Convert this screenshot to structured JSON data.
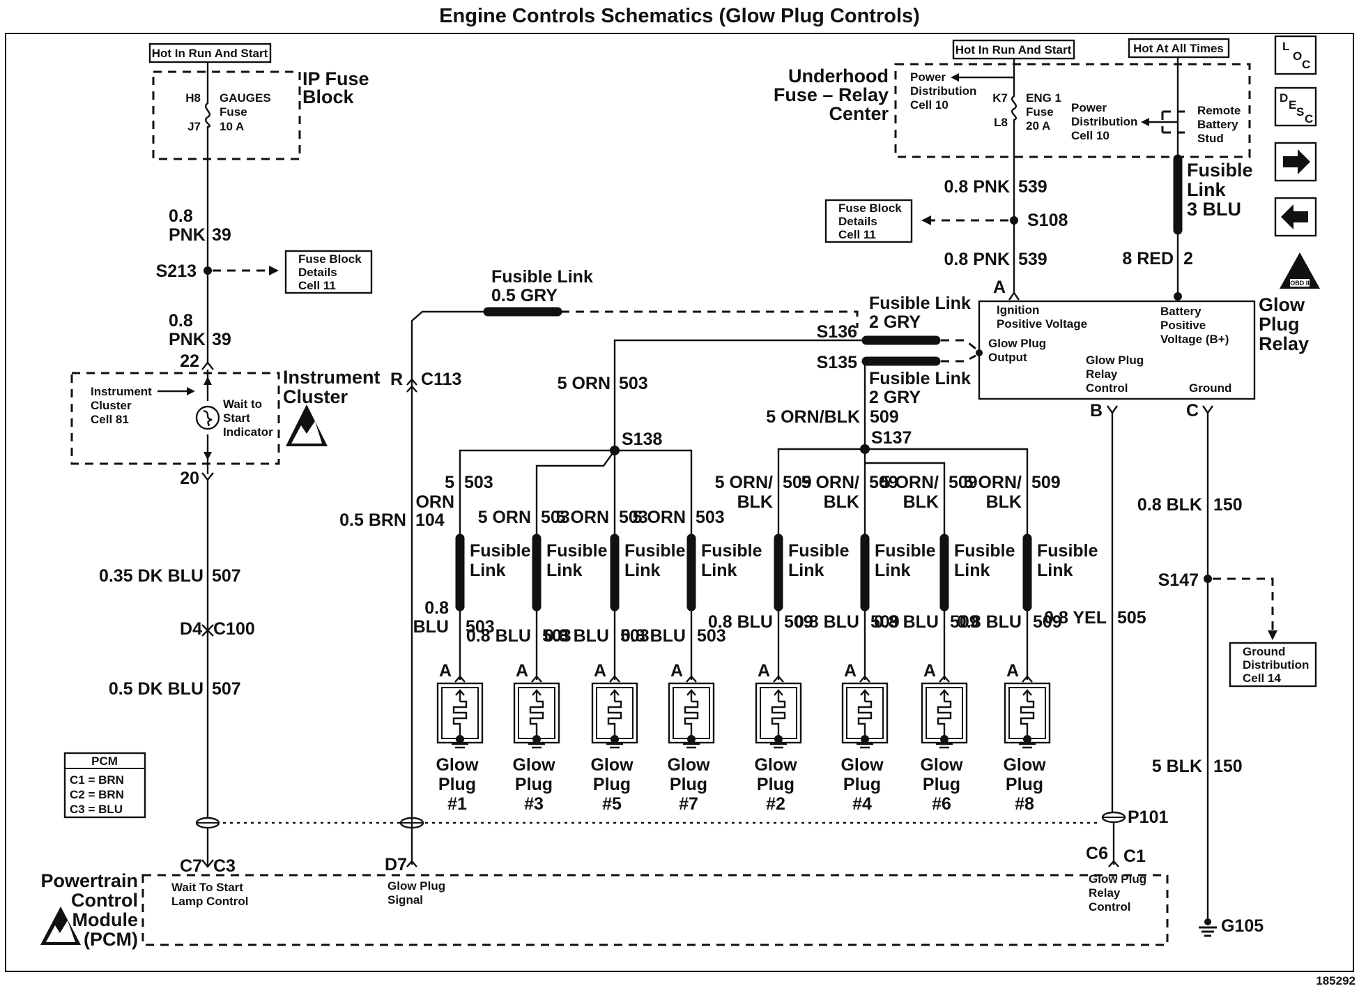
{
  "title": "Engine Controls Schematics (Glow Plug Controls)",
  "figure_number": "185292",
  "nav": [
    "LOC",
    "DESC",
    "next",
    "previous",
    "OBD II"
  ],
  "power_labels": {
    "hot_run_start_left": "Hot In Run And Start",
    "hot_run_start_right": "Hot In Run And Start",
    "hot_all_times": "Hot At All Times"
  },
  "ip_fuse_block": {
    "name_l1": "IP Fuse",
    "name_l2": "Block",
    "pin_top": "H8",
    "pin_bot": "J7",
    "fuse_l1": "GAUGES",
    "fuse_l2": "Fuse",
    "fuse_l3": "10 A"
  },
  "underhood": {
    "name_l1": "Underhood",
    "name_l2": "Fuse – Relay",
    "name_l3": "Center",
    "pd1_l1": "Power",
    "pd1_l2": "Distribution",
    "pd1_l3": "Cell 10",
    "pin_top": "K7",
    "pin_bot": "L8",
    "fuse_l1": "ENG 1",
    "fuse_l2": "Fuse",
    "fuse_l3": "20 A",
    "pd2_l1": "Power",
    "pd2_l2": "Distribution",
    "pd2_l3": "Cell 10",
    "stud_l1": "Remote",
    "stud_l2": "Battery",
    "stud_l3": "Stud"
  },
  "ref_boxes": {
    "fb_left_l1": "Fuse Block",
    "fb_left_l2": "Details",
    "fb_left_l3": "Cell 11",
    "fb_right_l1": "Fuse Block",
    "fb_right_l2": "Details",
    "fb_right_l3": "Cell 11",
    "gd_l1": "Ground",
    "gd_l2": "Distribution",
    "gd_l3": "Cell 14"
  },
  "wires": {
    "w1_size": "0.8",
    "w1_color": "PNK",
    "w1_circuit": "39",
    "splice_s213": "S213",
    "w2_size": "0.8",
    "w2_color": "PNK",
    "w2_circuit": "39",
    "pin22": "22",
    "pin20": "20",
    "w507a": "0.35 DK BLU",
    "c507a": "507",
    "d4": "D4",
    "c100": "C100",
    "w507b": "0.5 DK BLU",
    "c507b": "507",
    "pnk539a": "0.8 PNK",
    "c539a": "539",
    "s108": "S108",
    "pnk539b": "0.8 PNK",
    "c539b": "539",
    "red": "8 RED",
    "cred": "2",
    "fl_main_l1": "Fusible",
    "fl_main_l2": "Link",
    "fl_main_l3": "3 BLU",
    "brn": "0.5 BRN",
    "c104": "104",
    "r": "R",
    "c113": "C113",
    "fl_gry_l1": "Fusible Link",
    "fl_gry_l2": "0.5 GRY",
    "fl136_l1": "Fusible Link",
    "fl136_l2": "2 GRY",
    "s136": "S136",
    "s135": "S135",
    "fl135_l1": "Fusible Link",
    "fl135_l2": "2 GRY",
    "orn503": "5 ORN",
    "c503": "503",
    "s138": "S138",
    "ornblk": "5 ORN/BLK",
    "c509": "509",
    "s137": "S137",
    "blk150a": "0.8 BLK",
    "c150a": "150",
    "s147": "S147",
    "yel": "0.8 YEL",
    "c505": "505",
    "blk150b": "5 BLK",
    "c150b": "150",
    "p101": "P101",
    "g105": "G105",
    "pin_b": "B",
    "pin_c": "C",
    "pin_a": "A"
  },
  "instrument_cluster": {
    "name_l1": "Instrument",
    "name_l2": "Cluster",
    "ref_l1": "Instrument",
    "ref_l2": "Cluster",
    "ref_l3": "Cell 81",
    "ind_l1": "Wait to",
    "ind_l2": "Start",
    "ind_l3": "Indicator"
  },
  "relay": {
    "name_l1": "Glow",
    "name_l2": "Plug",
    "name_l3": "Relay",
    "ign_l1": "Ignition",
    "ign_l2": "Positive Voltage",
    "bat_l1": "Battery",
    "bat_l2": "Positive",
    "bat_l3": "Voltage (B+)",
    "out_l1": "Glow Plug",
    "out_l2": "Output",
    "ctl_l1": "Glow Plug",
    "ctl_l2": "Relay",
    "ctl_l3": "Control",
    "gnd": "Ground"
  },
  "pcm_legend": {
    "title": "PCM",
    "c1": "C1 = BRN",
    "c2": "C2 = BRN",
    "c3": "C3 = BLU"
  },
  "pcm": {
    "name_l1": "Powertrain",
    "name_l2": "Control",
    "name_l3": "Module",
    "name_l4": "(PCM)",
    "c7": "C7",
    "c3": "C3",
    "wts_l1": "Wait To Start",
    "wts_l2": "Lamp Control",
    "d7": "D7",
    "gps_l1": "Glow Plug",
    "gps_l2": "Signal",
    "c6": "C6",
    "c1": "C1",
    "rc_l1": "Glow Plug",
    "rc_l2": "Relay",
    "rc_l3": "Control"
  },
  "branches": [
    {
      "top_l1": "5",
      "top_l2": "ORN",
      "circuit": "503",
      "fuse_l1": "Fusible",
      "fuse_l2": "Link",
      "low_l1": "0.8",
      "low_l2": "BLU",
      "low_circuit": "503",
      "pin": "A",
      "plug_l1": "Glow",
      "plug_l2": "Plug",
      "plug_l3": "#1"
    },
    {
      "top_l1": "5 ORN",
      "top_l2": "",
      "circuit": "503",
      "fuse_l1": "Fusible",
      "fuse_l2": "Link",
      "low_l1": "0.8 BLU",
      "low_l2": "",
      "low_circuit": "503",
      "pin": "A",
      "plug_l1": "Glow",
      "plug_l2": "Plug",
      "plug_l3": "#3"
    },
    {
      "top_l1": "5 ORN",
      "top_l2": "",
      "circuit": "503",
      "fuse_l1": "Fusible",
      "fuse_l2": "Link",
      "low_l1": "0.8 BLU",
      "low_l2": "",
      "low_circuit": "503",
      "pin": "A",
      "plug_l1": "Glow",
      "plug_l2": "Plug",
      "plug_l3": "#5"
    },
    {
      "top_l1": "5 ORN",
      "top_l2": "",
      "circuit": "503",
      "fuse_l1": "Fusible",
      "fuse_l2": "Link",
      "low_l1": "0.8 BLU",
      "low_l2": "",
      "low_circuit": "503",
      "pin": "A",
      "plug_l1": "Glow",
      "plug_l2": "Plug",
      "plug_l3": "#7"
    },
    {
      "top_l1": "5 ORN/",
      "top_l2": "BLK",
      "circuit": "509",
      "fuse_l1": "Fusible",
      "fuse_l2": "Link",
      "low_l1": "0.8 BLU",
      "low_l2": "",
      "low_circuit": "509",
      "pin": "A",
      "plug_l1": "Glow",
      "plug_l2": "Plug",
      "plug_l3": "#2"
    },
    {
      "top_l1": "5 ORN/",
      "top_l2": "BLK",
      "circuit": "509",
      "fuse_l1": "Fusible",
      "fuse_l2": "Link",
      "low_l1": "0.8 BLU",
      "low_l2": "",
      "low_circuit": "509",
      "pin": "A",
      "plug_l1": "Glow",
      "plug_l2": "Plug",
      "plug_l3": "#4"
    },
    {
      "top_l1": "5 ORN/",
      "top_l2": "BLK",
      "circuit": "509",
      "fuse_l1": "Fusible",
      "fuse_l2": "Link",
      "low_l1": "0.8 BLU",
      "low_l2": "",
      "low_circuit": "509",
      "pin": "A",
      "plug_l1": "Glow",
      "plug_l2": "Plug",
      "plug_l3": "#6"
    },
    {
      "top_l1": "5 ORN/",
      "top_l2": "BLK",
      "circuit": "509",
      "fuse_l1": "Fusible",
      "fuse_l2": "Link",
      "low_l1": "0.8 BLU",
      "low_l2": "",
      "low_circuit": "509",
      "pin": "A",
      "plug_l1": "Glow",
      "plug_l2": "Plug",
      "plug_l3": "#8"
    }
  ]
}
